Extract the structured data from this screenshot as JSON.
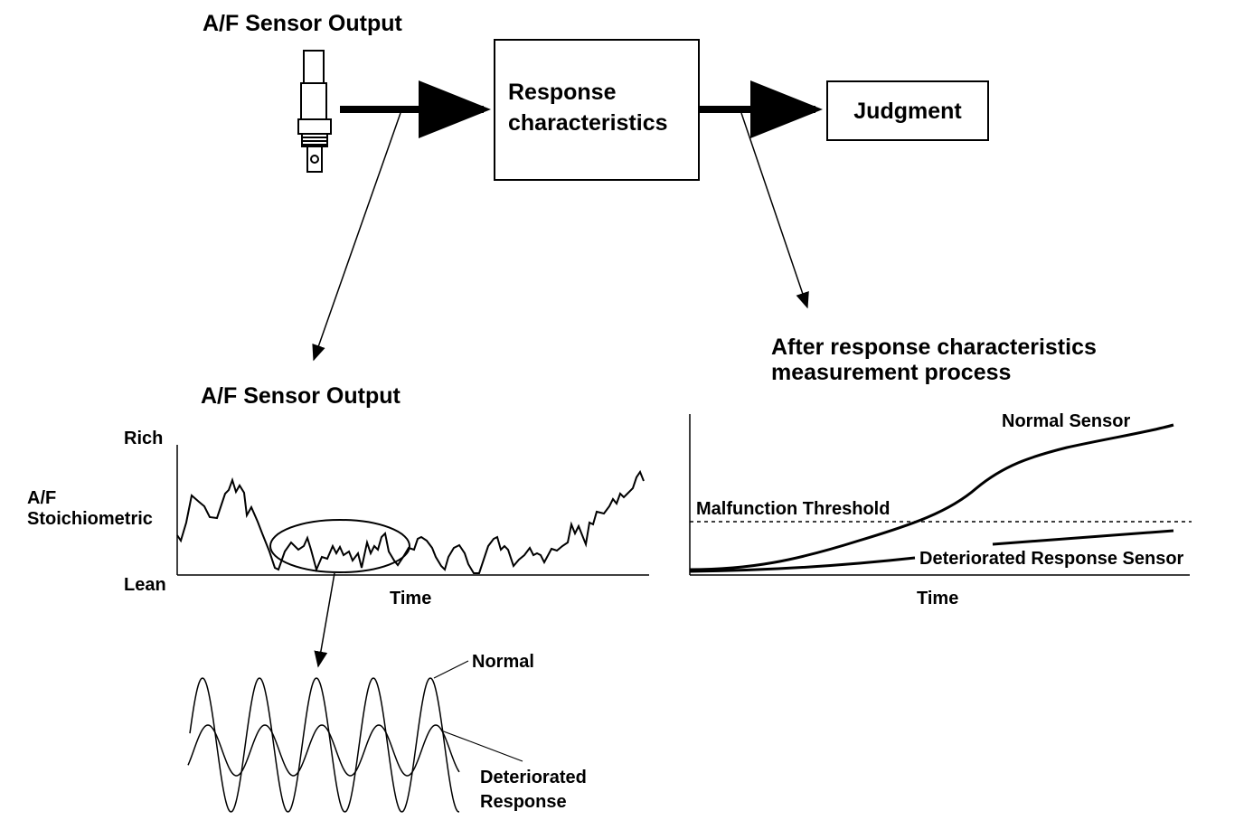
{
  "top": {
    "sensor_title": "A/F Sensor Output",
    "response_box": [
      "Response",
      "characteristics"
    ],
    "judgment_box": "Judgment"
  },
  "left_chart": {
    "title": "A/F Sensor Output",
    "y_top": "Rich",
    "y_mid": [
      "A/F",
      "Stoichiometric"
    ],
    "y_bottom": "Lean",
    "x_label": "Time"
  },
  "detail": {
    "normal_label": "Normal",
    "deteriorated_label": [
      "Deteriorated",
      "Response"
    ]
  },
  "right_chart": {
    "title": [
      "After response characteristics",
      "measurement process"
    ],
    "threshold_label": "Malfunction Threshold",
    "normal_label": "Normal Sensor",
    "deteriorated_label": "Deteriorated Response Sensor",
    "x_label": "Time"
  }
}
